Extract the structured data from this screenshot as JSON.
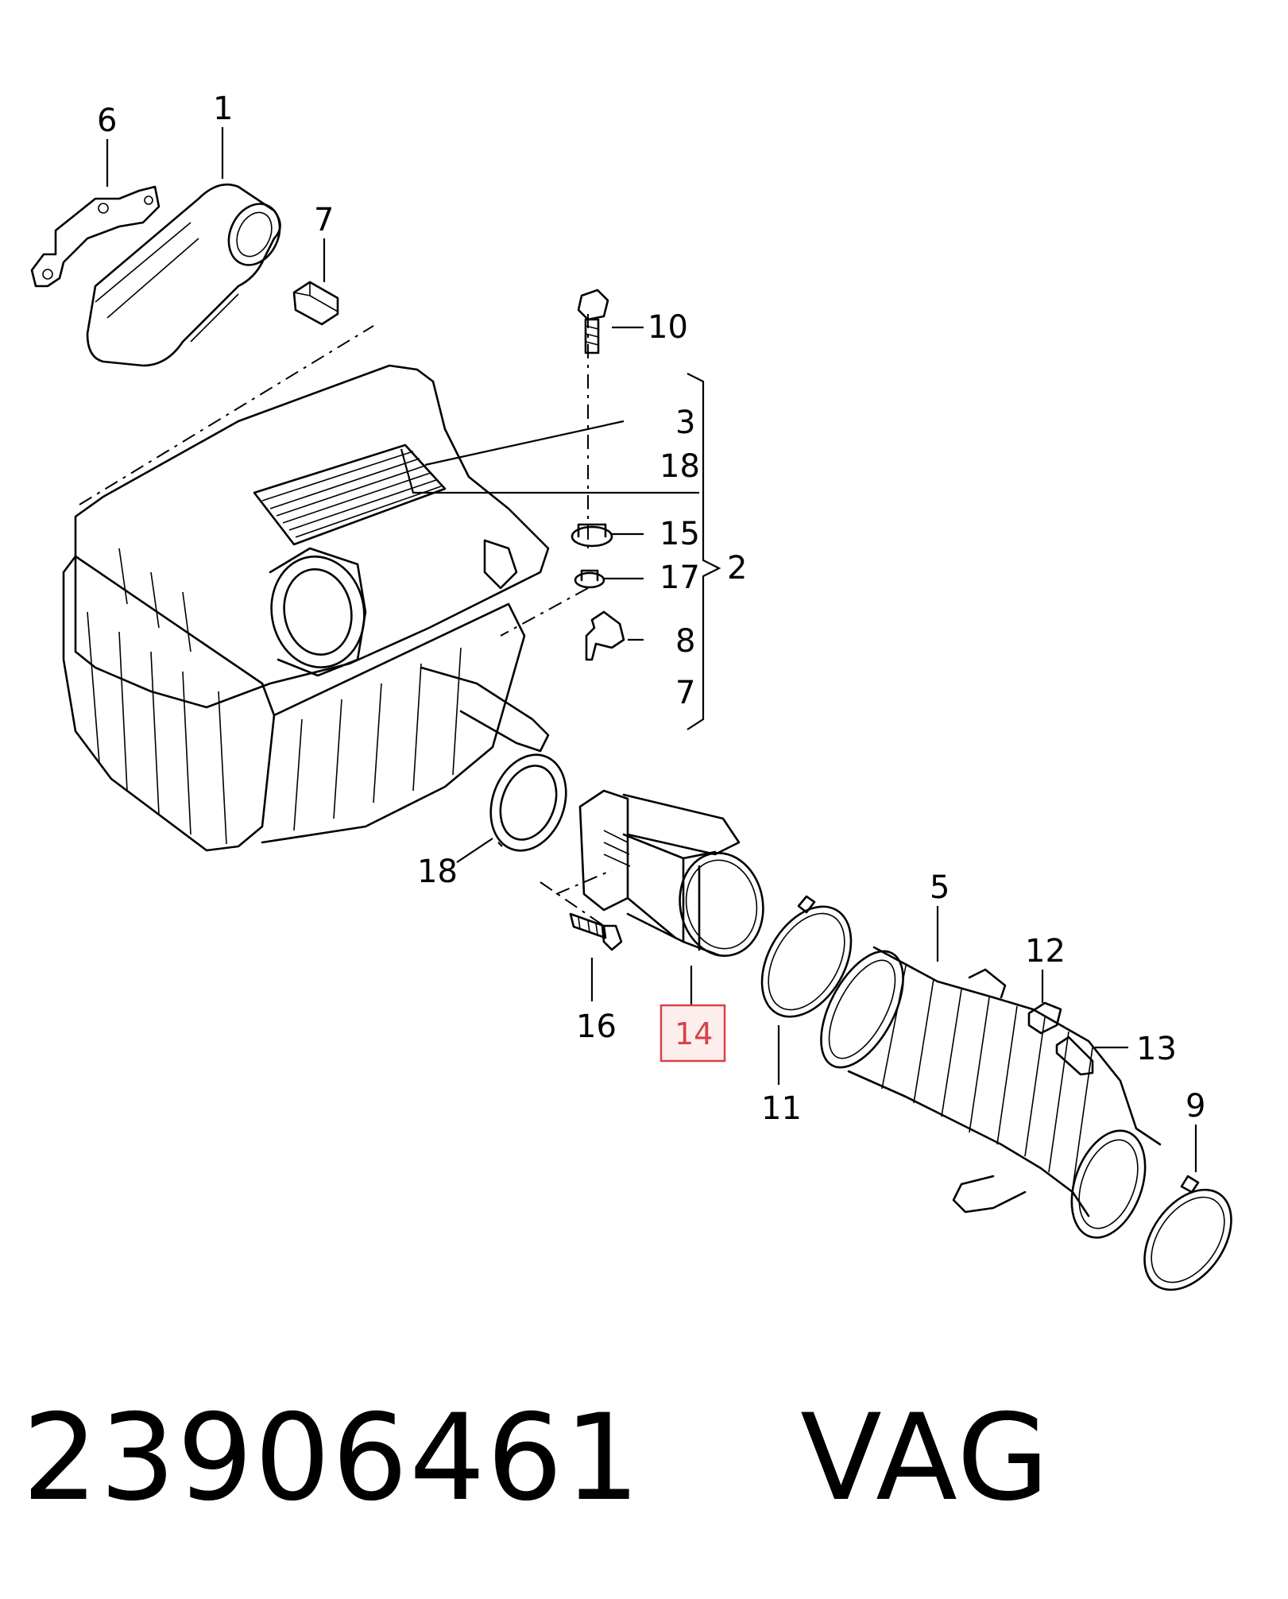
{
  "callouts": {
    "c1": "1",
    "c2": "2",
    "c3": "3",
    "c5": "5",
    "c6": "6",
    "c7a": "7",
    "c7b": "7",
    "c8": "8",
    "c9": "9",
    "c10": "10",
    "c11": "11",
    "c12": "12",
    "c13": "13",
    "c14": "14",
    "c15": "15",
    "c16": "16",
    "c17": "17",
    "c18a": "18",
    "c18b": "18"
  },
  "highlight": {
    "color": "#d9414a"
  },
  "footer": {
    "part_number": "23906461",
    "brand": "VAG"
  }
}
